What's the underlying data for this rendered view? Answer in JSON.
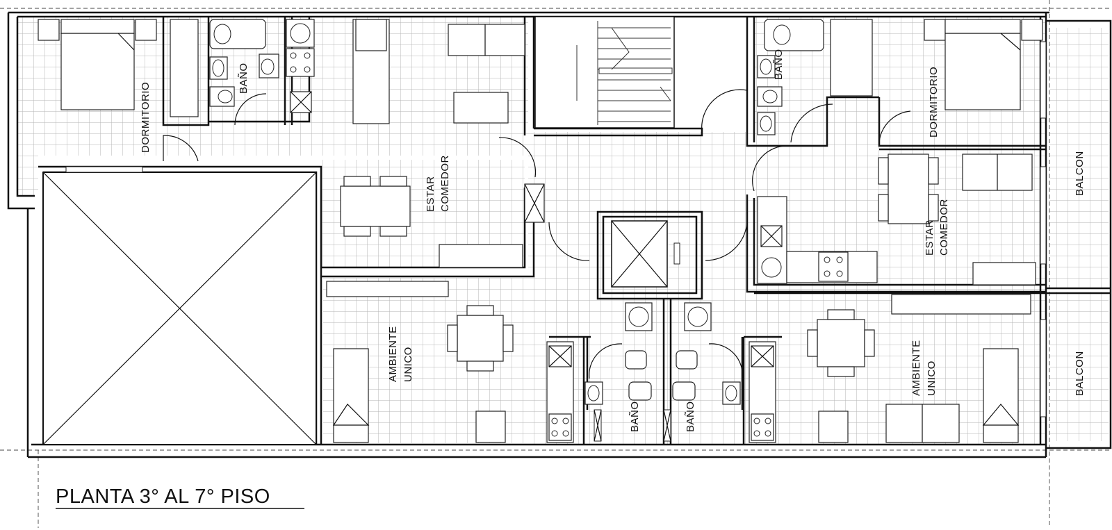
{
  "drawing": {
    "title": "PLANTA 3° AL 7° PISO",
    "colors": {
      "line": "#111111",
      "tile": "#b5b5b5",
      "background": "#ffffff"
    }
  },
  "rooms": {
    "dormitorio_left": "DORMITORIO",
    "bano_top_left": "BAÑO",
    "estar_left": "ESTAR",
    "comedor_left": "COMEDOR",
    "bano_top_right": "BAÑO",
    "dormitorio_right": "DORMITORIO",
    "balcon_top": "BALCON",
    "estar_right": "ESTAR",
    "comedor_right": "COMEDOR",
    "ambiente_left": "AMBIENTE",
    "unico_left": "UNICO",
    "bano_bottom_1": "BAÑO",
    "bano_bottom_2": "BAÑO",
    "ambiente_right": "AMBIENTE",
    "unico_right": "UNICO",
    "balcon_bottom": "BALCON"
  }
}
